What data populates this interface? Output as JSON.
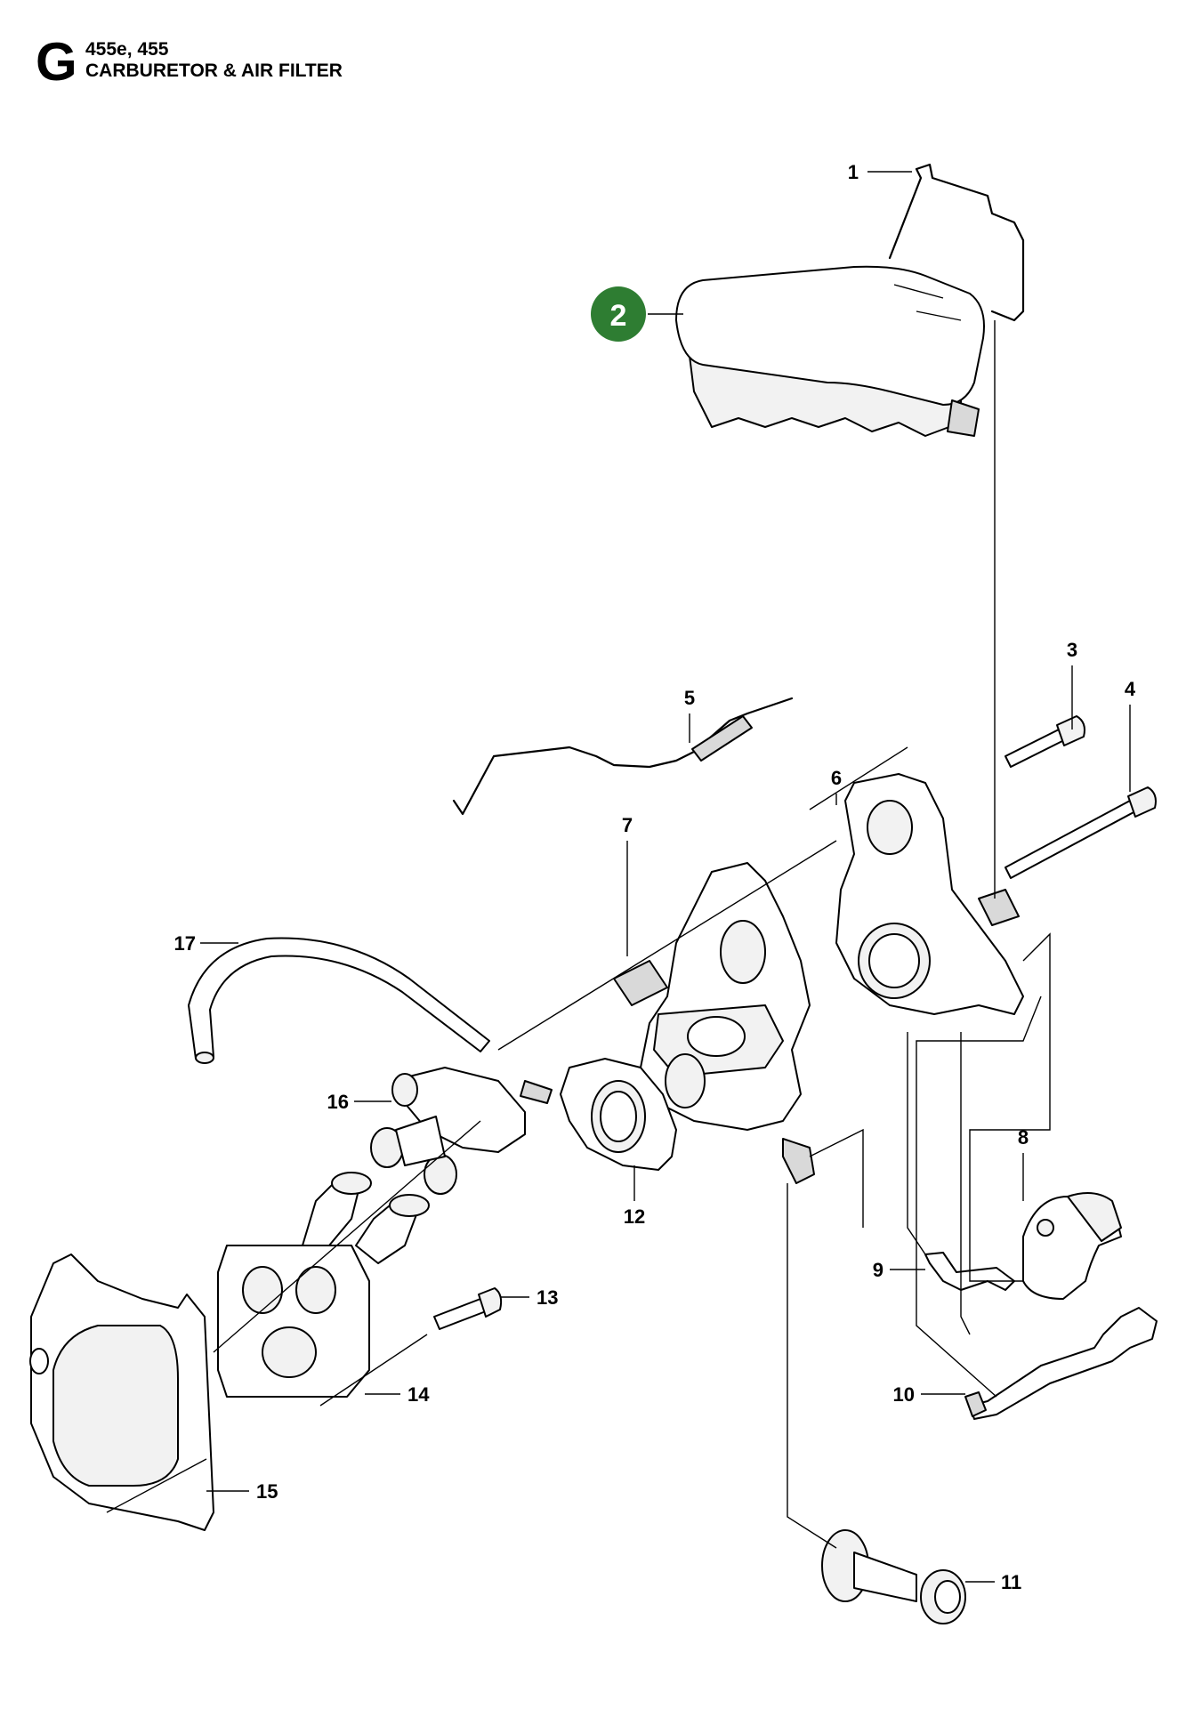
{
  "header": {
    "section_letter": "G",
    "models": "455e, 455",
    "title": "CARBURETOR & AIR FILTER"
  },
  "highlight_color": "#2e7d32",
  "callouts": [
    {
      "number": "1"
    },
    {
      "number": "2",
      "highlighted": true
    },
    {
      "number": "3"
    },
    {
      "number": "4"
    },
    {
      "number": "5"
    },
    {
      "number": "6"
    },
    {
      "number": "7"
    },
    {
      "number": "8"
    },
    {
      "number": "9"
    },
    {
      "number": "10"
    },
    {
      "number": "11"
    },
    {
      "number": "12"
    },
    {
      "number": "13"
    },
    {
      "number": "14"
    },
    {
      "number": "15"
    },
    {
      "number": "16"
    },
    {
      "number": "17"
    }
  ]
}
